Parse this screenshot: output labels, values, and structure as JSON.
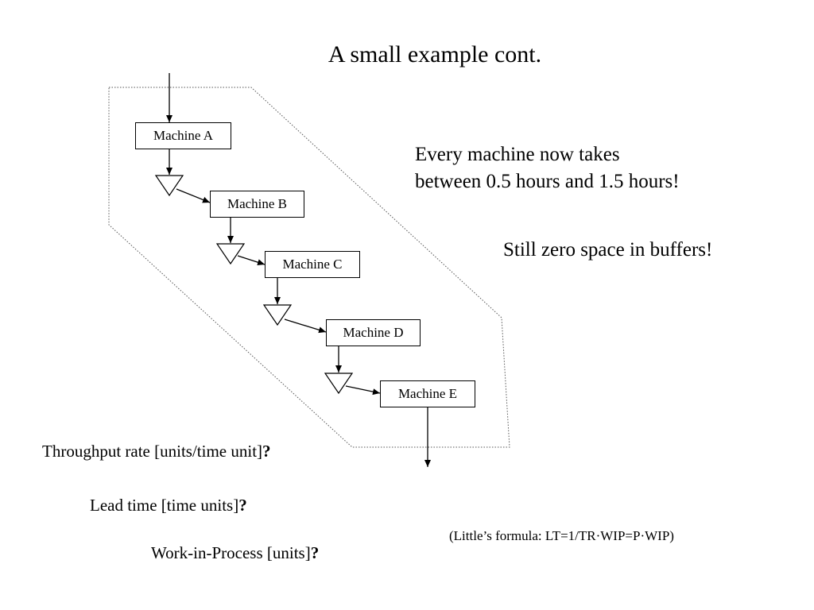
{
  "slide": {
    "title": "A small example cont.",
    "note_line1": "Every machine now takes",
    "note_line2": "between 0.5 hours and 1.5 hours!",
    "note2": "Still zero space in buffers!",
    "questions": {
      "throughput": "Throughput rate [units/time unit]",
      "lead_time": "Lead time [time units]",
      "wip": "Work-in-Process [units]",
      "mark": "?"
    },
    "littles_formula": "(Little’s formula: LT=1/TR·WIP=P·WIP)"
  },
  "diagram": {
    "machines": [
      "Machine A",
      "Machine B",
      "Machine C",
      "Machine D",
      "Machine E"
    ],
    "buffer_count": 4
  }
}
